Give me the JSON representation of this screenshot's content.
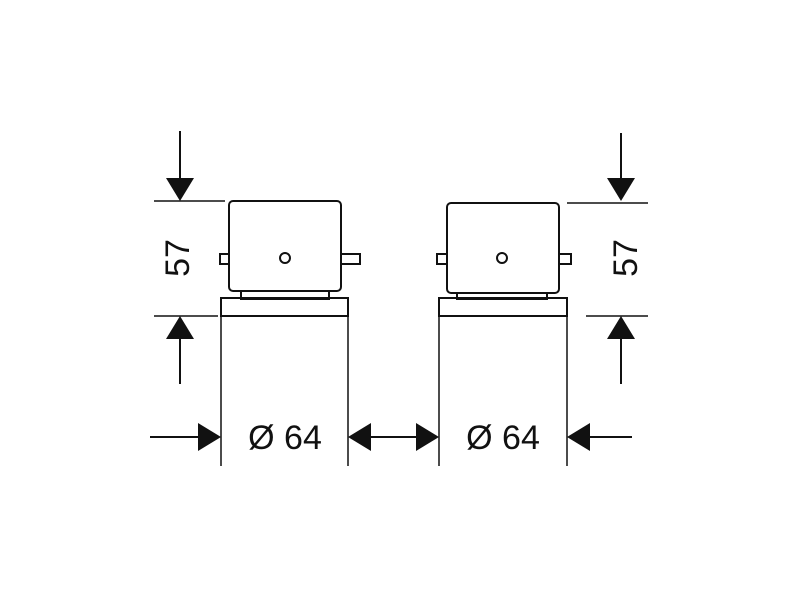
{
  "labels": {
    "left_height": "57",
    "right_height": "57",
    "left_diameter": "Ø 64",
    "right_diameter": "Ø 64"
  },
  "colors": {
    "line": "#111111",
    "background": "#ffffff"
  }
}
